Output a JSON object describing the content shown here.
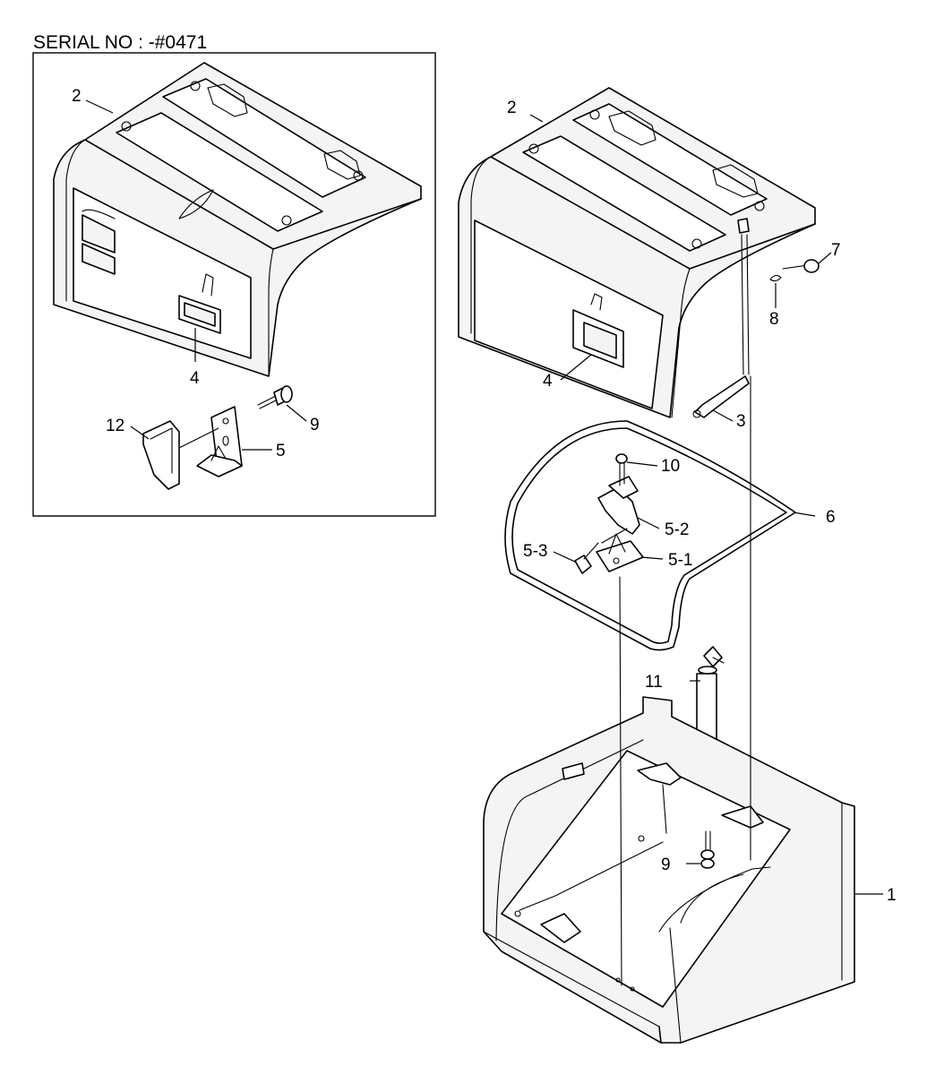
{
  "serial_no": "SERIAL NO : -#0471",
  "inset": {
    "callouts": {
      "c2": "2",
      "c4": "4",
      "c9": "9",
      "c12": "12",
      "c5": "5"
    }
  },
  "main": {
    "callouts": {
      "c2": "2",
      "c7": "7",
      "c8": "8",
      "c4": "4",
      "c3": "3",
      "c10": "10",
      "c6": "6",
      "c5_2": "5-2",
      "c5_3": "5-3",
      "c5_1": "5-1",
      "c11": "11",
      "c9": "9",
      "c1": "1"
    }
  }
}
